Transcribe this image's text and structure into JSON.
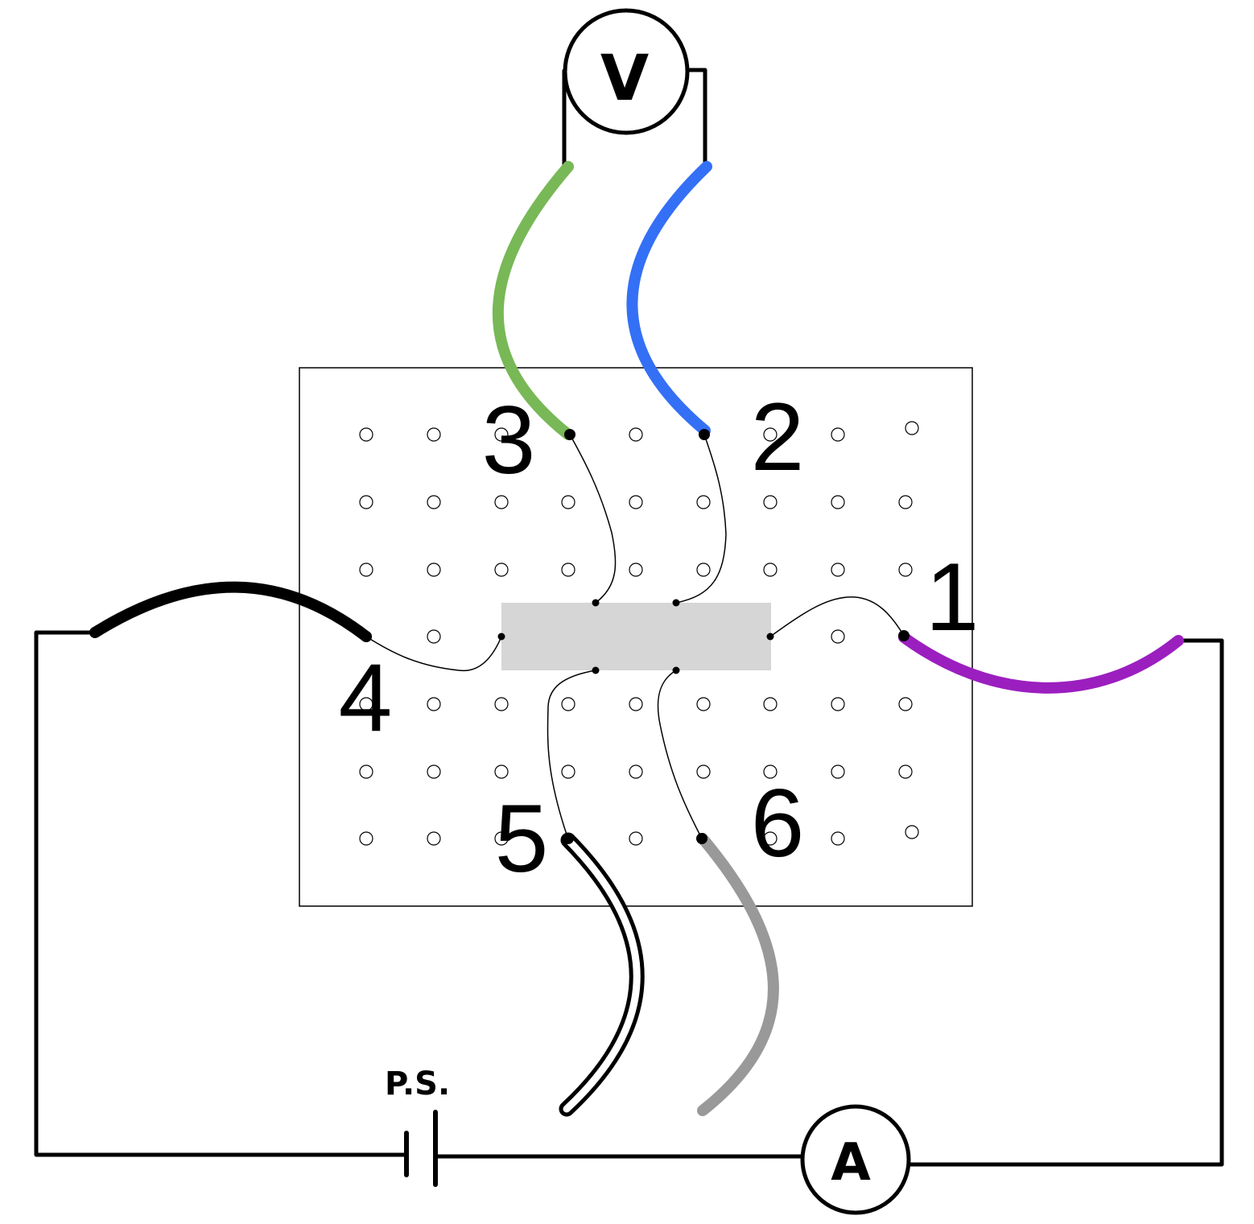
{
  "voltmeter": {
    "label": "V"
  },
  "ammeter": {
    "label": "A"
  },
  "power_supply": {
    "label": "P.S."
  },
  "contacts": [
    {
      "label": "1",
      "wire": "purple",
      "color": "#9b1fbf"
    },
    {
      "label": "2",
      "wire": "blue",
      "color": "#3470f5"
    },
    {
      "label": "3",
      "wire": "green",
      "color": "#78b856"
    },
    {
      "label": "4",
      "wire": "black",
      "color": "#000000"
    },
    {
      "label": "5",
      "wire": "white",
      "color": "#ffffff"
    },
    {
      "label": "6",
      "wire": "gray",
      "color": "#999999"
    }
  ],
  "sample": {
    "color": "#d6d6d6"
  }
}
